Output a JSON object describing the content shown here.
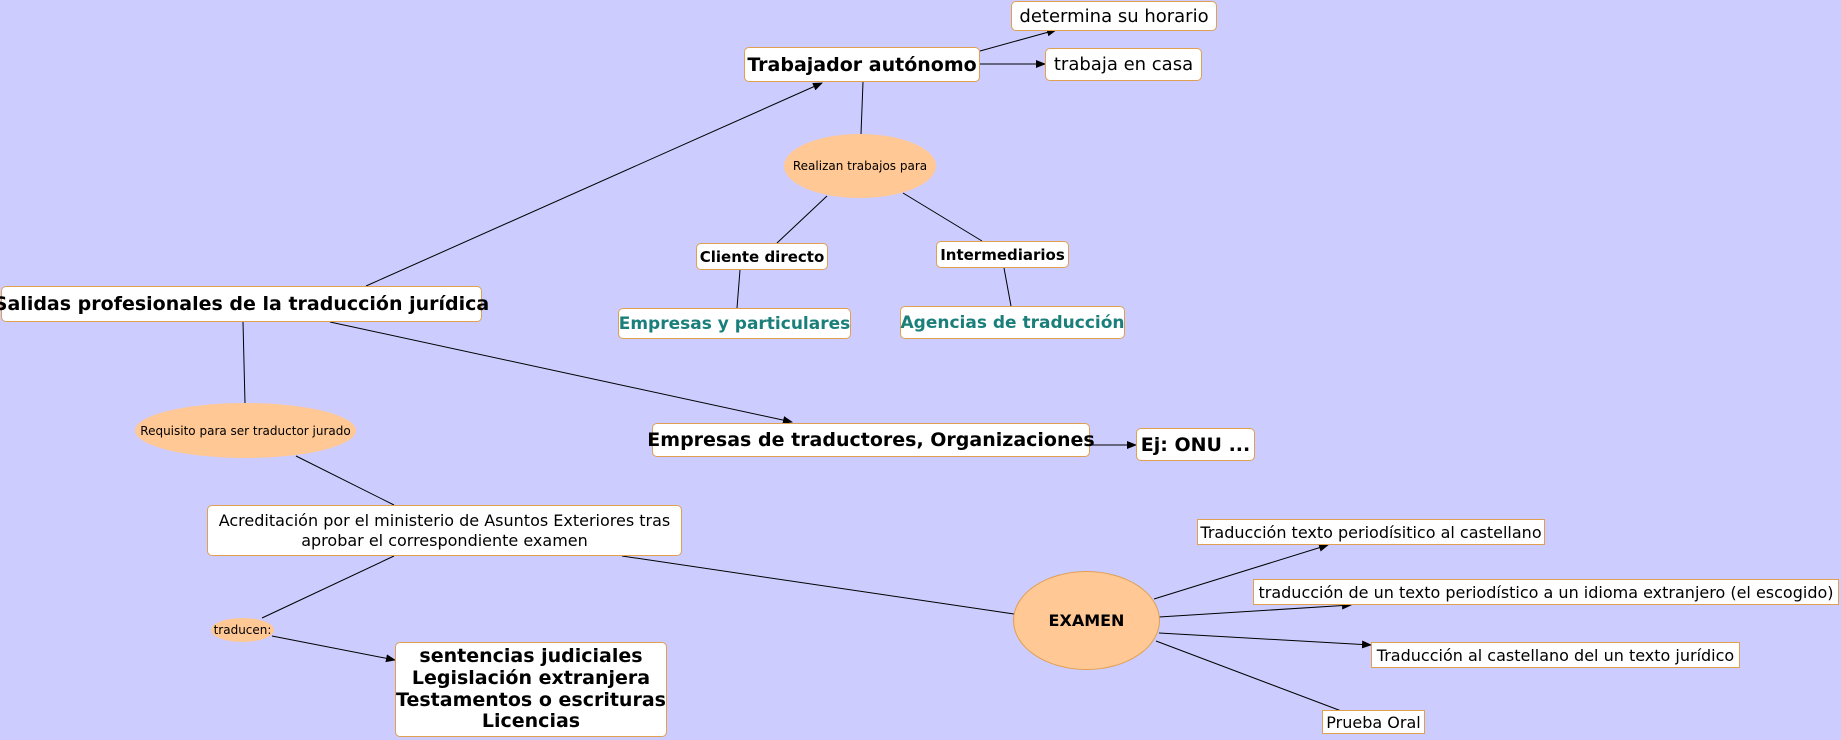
{
  "colors": {
    "background": "#ccccff",
    "node_fill": "#ffffff",
    "node_border": "#e0a050",
    "linker_fill": "#ffc894",
    "teal_text": "#1a7f7a"
  },
  "nodes": {
    "main": "Salidas profesionales de la traducción jurídica",
    "autonomo": "Trabajador autónomo",
    "horario": "determina su horario",
    "casa": "trabaja en casa",
    "realizan": "Realizan trabajos para",
    "cliente": "Cliente directo",
    "intermediarios": "Intermediarios",
    "empresas_part": "Empresas y particulares",
    "agencias": "Agencias de traducción",
    "requisito": "Requisito para ser traductor jurado",
    "empresas_trad": "Empresas de traductores, Organizaciones",
    "onu": "Ej: ONU ...",
    "acreditacion": [
      "Acreditación por el ministerio de Asuntos Exteriores tras",
      "aprobar el correspondiente examen"
    ],
    "traducen": "traducen:",
    "documentos": [
      "sentencias judiciales",
      "Legislación extranjera",
      "Testamentos o escrituras",
      "Licencias"
    ],
    "examen": "EXAMEN",
    "ex1": "Traducción texto periodísitico al castellano",
    "ex2": "traducción de un texto periodístico a un idioma extranjero (el escogido)",
    "ex3": "Traducción al castellano del un texto jurídico",
    "ex4": "Prueba Oral"
  }
}
